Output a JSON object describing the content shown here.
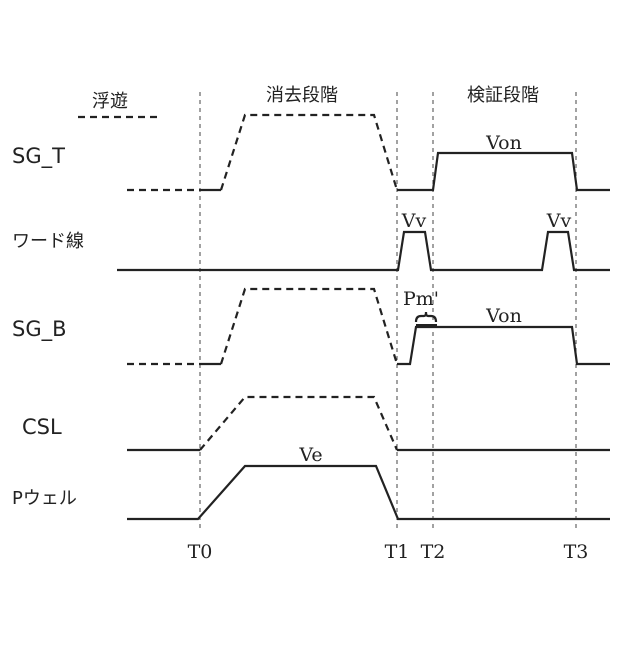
{
  "legend": {
    "floating": "浮遊"
  },
  "phases": {
    "erase": "消去段階",
    "verify": "検証段階"
  },
  "signals": {
    "sg_t": "SG_T",
    "word_line": "ワード線",
    "sg_b": "SG_B",
    "csl": "CSL",
    "p_well": "Pウェル"
  },
  "levels": {
    "von_top": "Von",
    "vv_1": "Vv",
    "vv_2": "Vv",
    "pm": "Pm'",
    "von_bottom": "Von",
    "ve": "Ve"
  },
  "time_markers": {
    "t0": "T0",
    "t1": "T1",
    "t2": "T2",
    "t3": "T3"
  }
}
